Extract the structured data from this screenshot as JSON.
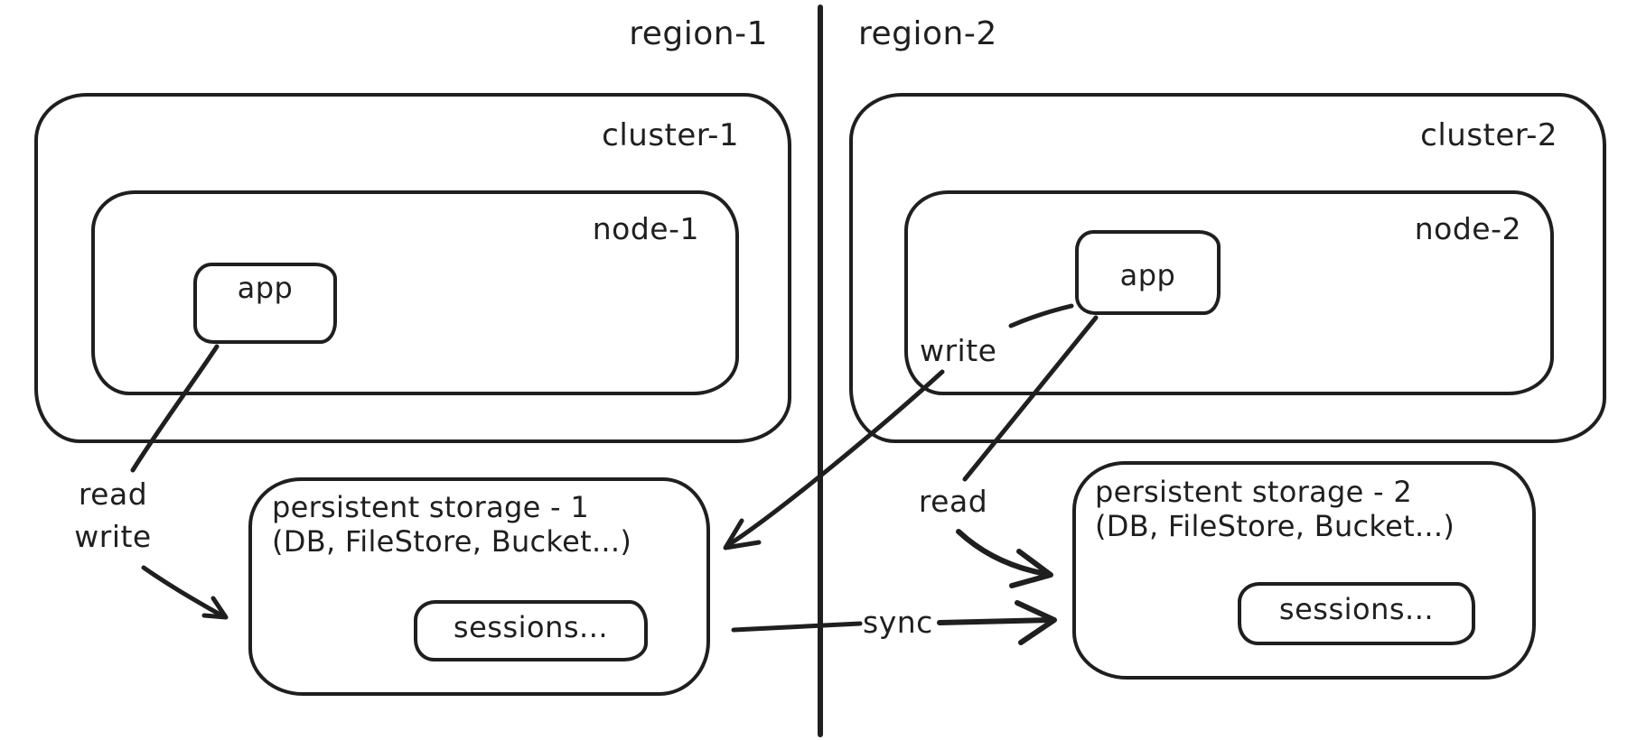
{
  "diagram": {
    "regions": [
      {
        "label": "region-1",
        "cluster_label": "cluster-1",
        "node_label": "node-1",
        "app_label": "app",
        "storage_title": "persistent storage - 1",
        "storage_subtitle": "(DB, FileStore, Bucket...)",
        "sessions_label": "sessions...",
        "read_label": "read",
        "write_label": "write"
      },
      {
        "label": "region-2",
        "cluster_label": "cluster-2",
        "node_label": "node-2",
        "app_label": "app",
        "storage_title": "persistent storage - 2",
        "storage_subtitle": "(DB, FileStore, Bucket...)",
        "sessions_label": "sessions...",
        "read_label": "read",
        "write_label": "write"
      }
    ],
    "sync_label": "sync",
    "colors": {
      "ink": "#1f1f1f",
      "background": "#ffffff"
    }
  }
}
